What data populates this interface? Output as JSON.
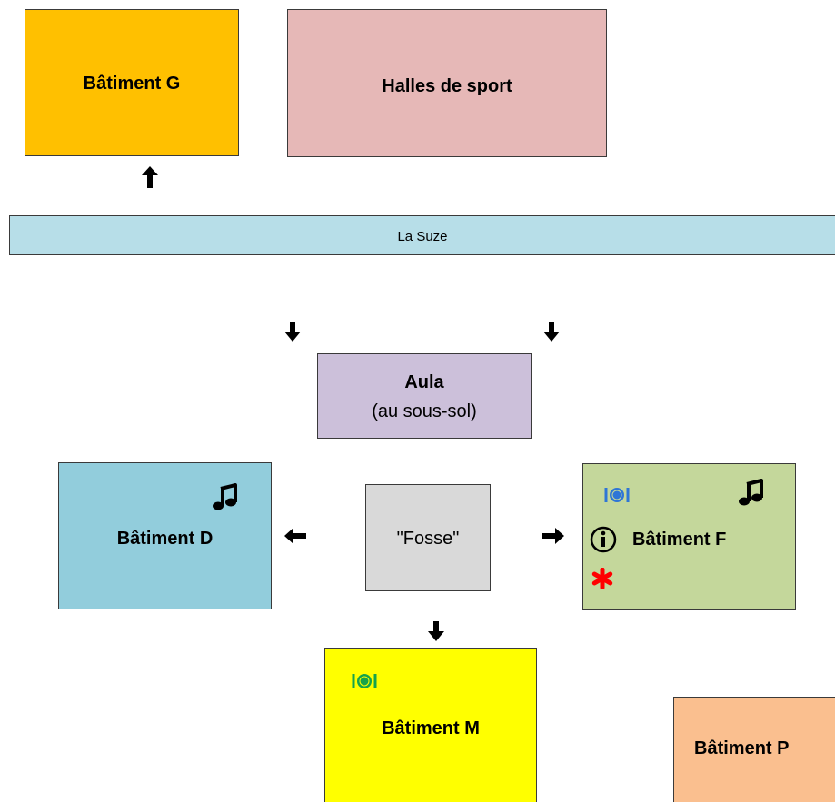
{
  "map": {
    "buildings": {
      "g": {
        "label": "Bâtiment G",
        "color": "#FFC000"
      },
      "sport": {
        "label": "Halles de sport",
        "color": "#E6B8B7"
      },
      "aula": {
        "title": "Aula",
        "subtitle": "(au sous-sol)",
        "color": "#CCC0DA"
      },
      "d": {
        "label": "Bâtiment D",
        "color": "#92CDDC"
      },
      "fosse": {
        "label": "\"Fosse\"",
        "color": "#D9D9D9"
      },
      "f": {
        "label": "Bâtiment F",
        "color": "#C4D79B"
      },
      "m": {
        "label": "Bâtiment M",
        "color": "#FFFF00"
      },
      "p": {
        "label": "Bâtiment P",
        "color": "#FABF8F"
      }
    },
    "river": {
      "label": "La Suze",
      "color": "#B7DEE8"
    },
    "icons": {
      "music_d": "music-note-icon",
      "music_f": "music-note-icon",
      "restaurant_f": "restaurant-icon",
      "restaurant_m": "restaurant-icon",
      "info_f": "info-icon",
      "first_aid_f": "first-aid-icon"
    },
    "icon_colors": {
      "restaurant_f": "#2E75D6",
      "restaurant_m": "#16A34A",
      "first_aid": "#FF0000"
    }
  }
}
